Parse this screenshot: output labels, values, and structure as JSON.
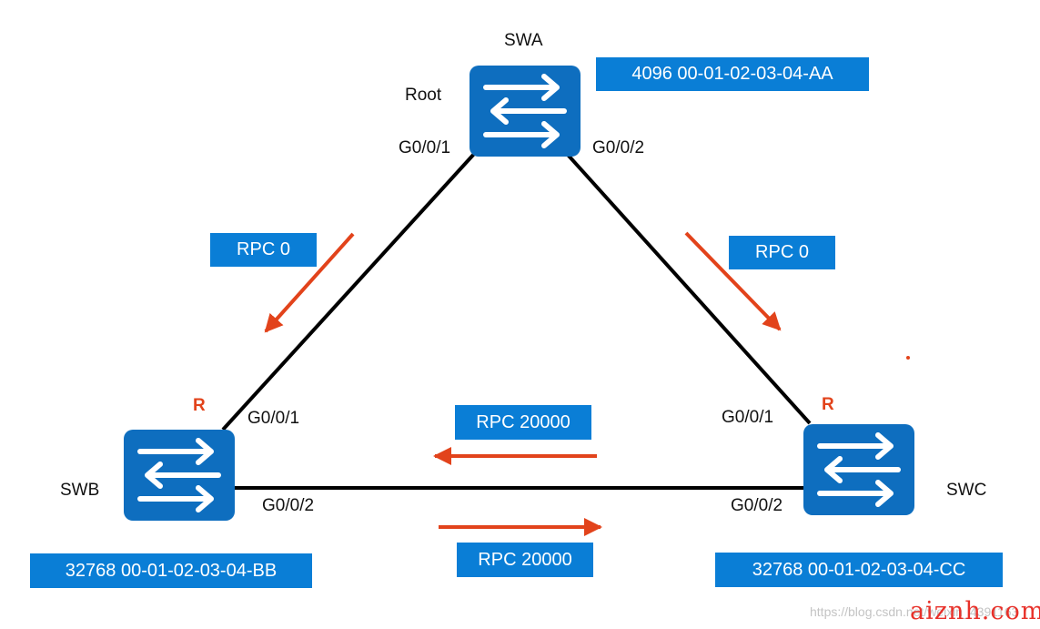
{
  "colors": {
    "switch_blue": "#0e6ebf",
    "box_blue": "#0a7ed6",
    "arrow_orange": "#e2431b",
    "link_black": "#000000",
    "brand_red": "#e8312a"
  },
  "switches": {
    "swa": {
      "name": "SWA",
      "role": "Root",
      "bridge_id": "4096 00-01-02-03-04-AA",
      "ports": {
        "left": "G0/0/1",
        "right": "G0/0/2"
      },
      "icon": "switch-icon"
    },
    "swb": {
      "name": "SWB",
      "role_mark": "R",
      "bridge_id": "32768 00-01-02-03-04-BB",
      "ports": {
        "top": "G0/0/1",
        "bottom": "G0/0/2"
      },
      "icon": "switch-icon"
    },
    "swc": {
      "name": "SWC",
      "role_mark": "R",
      "bridge_id": "32768 00-01-02-03-04-CC",
      "ports": {
        "top": "G0/0/1",
        "bottom": "G0/0/2"
      },
      "icon": "switch-icon"
    }
  },
  "rpc_labels": {
    "swa_to_swb": "RPC 0",
    "swa_to_swc": "RPC 0",
    "swc_to_swb": "RPC 20000",
    "swb_to_swc": "RPC 20000"
  },
  "watermark": {
    "url": "https://blog.csdn.net/weixin_4391163",
    "brand": "aiznh.com"
  }
}
